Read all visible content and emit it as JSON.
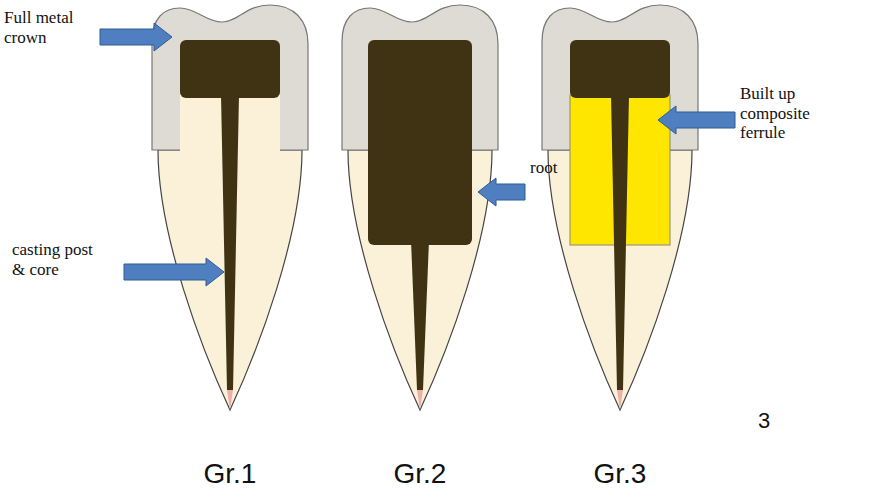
{
  "diagram": {
    "labels": [
      "Full metal crown",
      "casting post & core",
      "root",
      "Built up composite ferrule",
      "3",
      "Gr.1",
      "Gr.2",
      "Gr.3"
    ]
  }
}
